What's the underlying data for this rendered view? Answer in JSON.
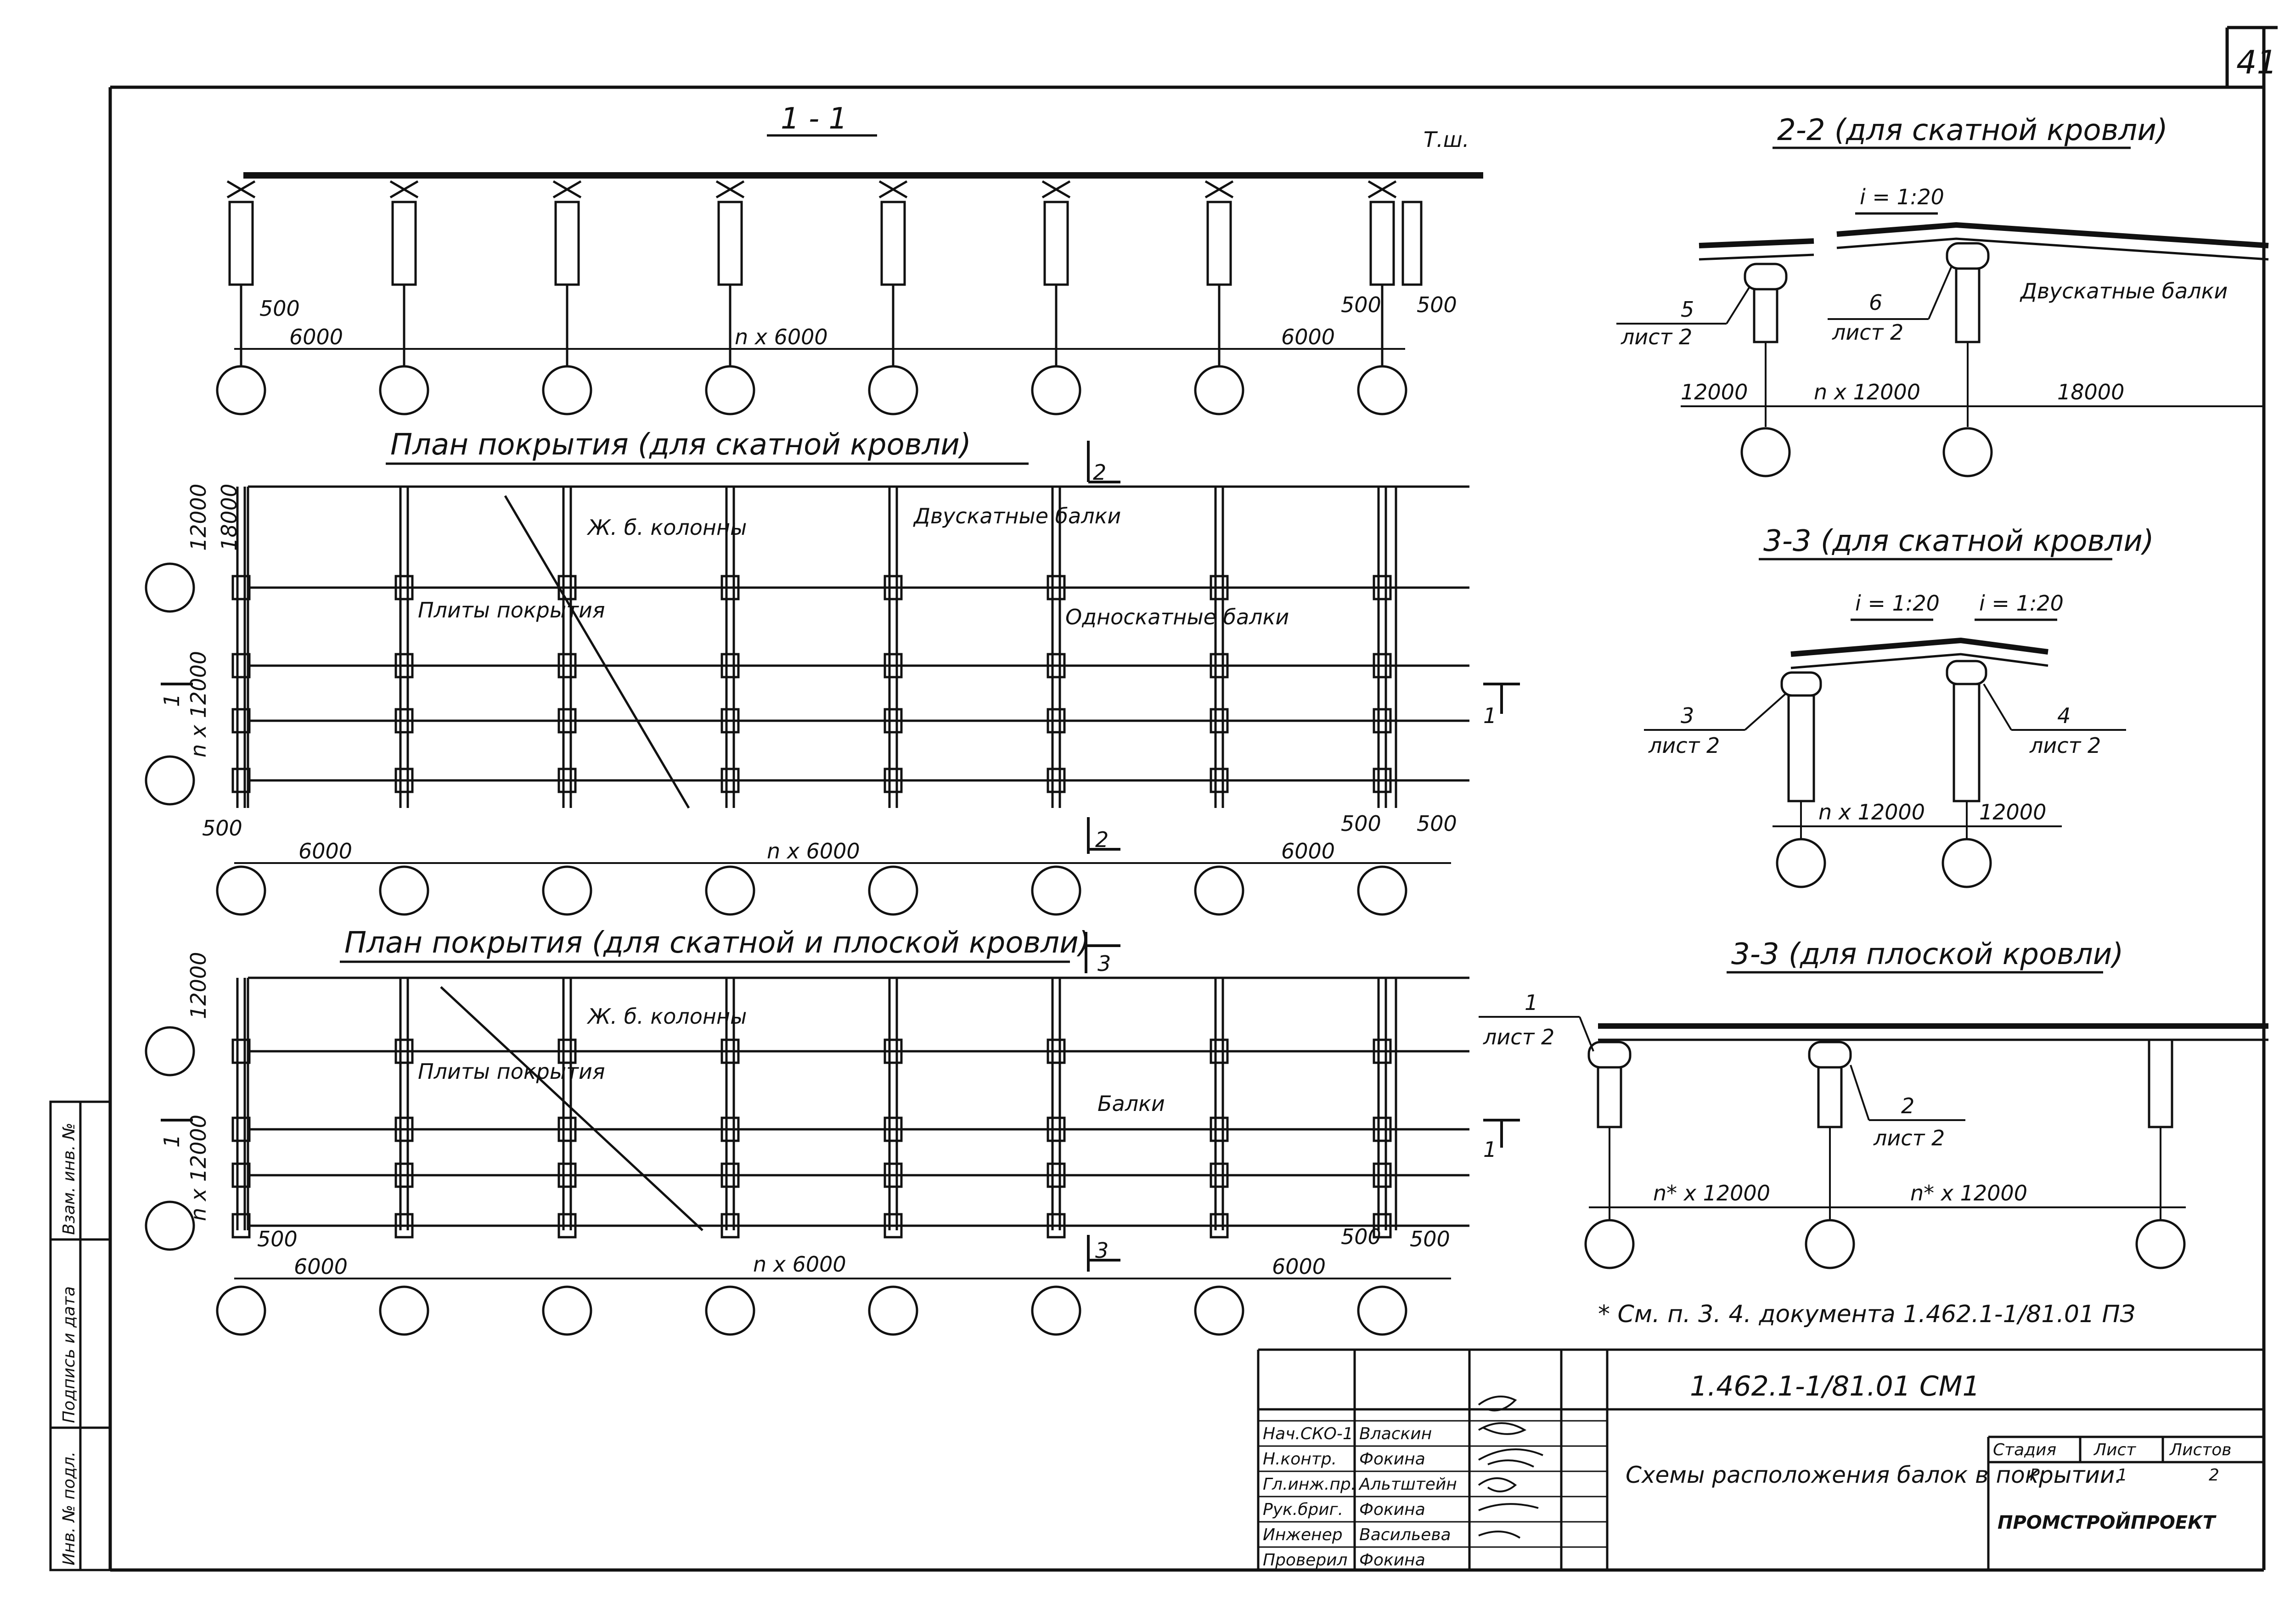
{
  "sheet_number": "41",
  "section_1_1": {
    "title": "1 - 1",
    "tag": "Т.ш.",
    "dims": {
      "left_offset": "500",
      "left_span": "6000",
      "middle": "n x 6000",
      "right_span": "6000",
      "joint_a": "500",
      "joint_b": "500"
    }
  },
  "plan_pitched": {
    "title": "План покрытия (для скатной кровли)",
    "cut_mark": "2",
    "left_dims": {
      "a": "12000",
      "b": "18000",
      "c": "n x 12000"
    },
    "labels": {
      "columns": "Ж. б. колонны",
      "slabs": "Плиты покрытия",
      "double_beams": "Двускатные балки",
      "single_beams": "Односкатные балки"
    },
    "section_mark_left": "1",
    "section_mark_right": "1",
    "dims": {
      "left_offset": "500",
      "left_span": "6000",
      "middle": "n x 6000",
      "right_span": "6000",
      "joint_a": "500",
      "joint_b": "500"
    }
  },
  "plan_mixed": {
    "title": "План покрытия (для скатной и плоской кровли)",
    "cut_mark": "3",
    "left_dims": {
      "a": "12000",
      "c": "n x 12000"
    },
    "labels": {
      "columns": "Ж. б. колонны",
      "slabs": "Плиты покрытия",
      "beams": "Балки"
    },
    "section_mark_left": "1",
    "section_mark_right": "1",
    "dims": {
      "left_offset": "500",
      "left_span": "6000",
      "middle": "n x 6000",
      "right_span": "6000",
      "joint_a": "500",
      "joint_b": "500"
    }
  },
  "section_2_2": {
    "title": "2-2 (для скатной кровли)",
    "slope": "i = 1:20",
    "node_a": "5",
    "sheet_a": "лист 2",
    "node_b": "6",
    "sheet_b": "лист 2",
    "beam_label": "Двускатные балки",
    "dims": {
      "a": "12000",
      "b": "n x 12000",
      "c": "18000"
    }
  },
  "section_3_3_pitched": {
    "title": "3-3 (для скатной кровли)",
    "slope_a": "i = 1:20",
    "slope_b": "i = 1:20",
    "node_a": "3",
    "sheet_a": "лист 2",
    "node_b": "4",
    "sheet_b": "лист 2",
    "dims": {
      "a": "n x 12000",
      "b": "12000"
    }
  },
  "section_3_3_flat": {
    "title": "3-3 (для плоской кровли)",
    "node_a": "1",
    "sheet_a": "лист 2",
    "node_b": "2",
    "sheet_b": "лист 2",
    "dims": {
      "a": "n* x 12000",
      "b": "n* x 12000"
    }
  },
  "footnote": "* См. п. 3. 4. документа 1.462.1-1/81.01 ПЗ",
  "title_block": {
    "doc_code": "1.462.1-1/81.01 СМ1",
    "description": "Схемы расположения балок в покрытии.",
    "stage_label": "Стадия",
    "sheet_label": "Лист",
    "sheets_label": "Листов",
    "stage": "Р",
    "sheet": "1",
    "sheets": "2",
    "org": "ПРОМСТРОЙПРОЕКТ",
    "staff": [
      {
        "role": "Нач.СКО-1",
        "name": "Власкин"
      },
      {
        "role": "Н.контр.",
        "name": "Фокина"
      },
      {
        "role": "Гл.инж.пр.",
        "name": "Альтштейн"
      },
      {
        "role": "Рук.бриг.",
        "name": "Фокина"
      },
      {
        "role": "Инженер",
        "name": "Васильева"
      },
      {
        "role": "Проверил",
        "name": "Фокина"
      }
    ]
  },
  "side_stamp": [
    "Инв. № подл.",
    "Подпись и дата",
    "Взам. инв. №"
  ]
}
